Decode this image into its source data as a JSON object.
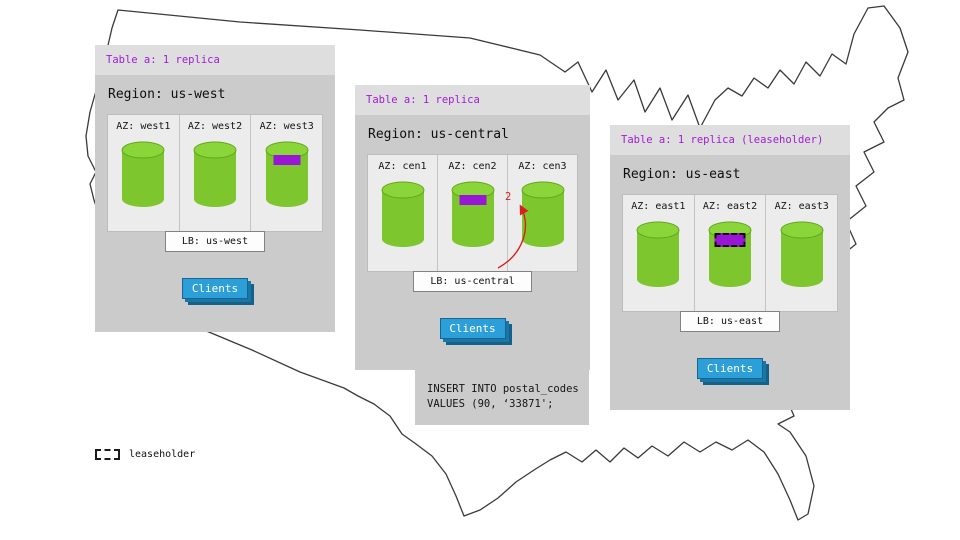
{
  "panels": [
    {
      "table_label": "Table a: 1 replica",
      "region_label": "Region: us-west",
      "azs": [
        {
          "label": "AZ: west1",
          "replica": false,
          "leaseholder": false
        },
        {
          "label": "AZ: west2",
          "replica": false,
          "leaseholder": false
        },
        {
          "label": "AZ: west3",
          "replica": true,
          "leaseholder": false
        }
      ],
      "lb_label": "LB: us-west",
      "clients_label": "Clients"
    },
    {
      "table_label": "Table a: 1 replica",
      "region_label": "Region: us-central",
      "azs": [
        {
          "label": "AZ: cen1",
          "replica": false,
          "leaseholder": false
        },
        {
          "label": "AZ: cen2",
          "replica": true,
          "leaseholder": false
        },
        {
          "label": "AZ: cen3",
          "replica": false,
          "leaseholder": false
        }
      ],
      "lb_label": "LB: us-central",
      "clients_label": "Clients",
      "arrow_label": "2"
    },
    {
      "table_label": "Table a: 1 replica (leaseholder)",
      "region_label": "Region: us-east",
      "azs": [
        {
          "label": "AZ: east1",
          "replica": false,
          "leaseholder": false
        },
        {
          "label": "AZ: east2",
          "replica": true,
          "leaseholder": true
        },
        {
          "label": "AZ: east3",
          "replica": false,
          "leaseholder": false
        }
      ],
      "lb_label": "LB: us-east",
      "clients_label": "Clients"
    }
  ],
  "sql_note": {
    "line1": "INSERT INTO postal_codes",
    "line2": "VALUES (90, ‘33871';"
  },
  "legend": {
    "label": "leaseholder"
  },
  "colors": {
    "cylinder_green": "#7dc62d",
    "replica_purple": "#9916d6",
    "clients_blue": "#2c9fd9",
    "table_label_purple": "#a21bd4",
    "arrow_red": "#d81f1f",
    "panel_gray": "#cbcbcb"
  }
}
